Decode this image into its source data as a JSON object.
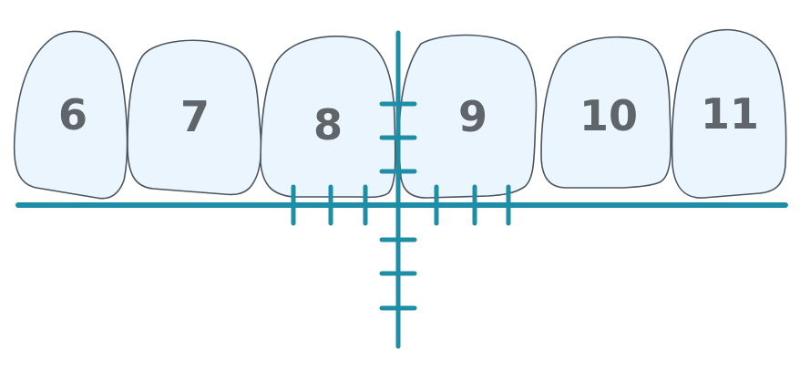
{
  "teeth": [
    {
      "number": "6"
    },
    {
      "number": "7"
    },
    {
      "number": "8"
    },
    {
      "number": "9"
    },
    {
      "number": "10"
    },
    {
      "number": "11"
    }
  ],
  "colors": {
    "tooth_fill": "#eaf5fd",
    "tooth_outline": "#4a5560",
    "tooth_number": "#5f6568",
    "axis": "#1e8ea6"
  },
  "icons": {
    "horizontal_axis": "horizontal-reference-line",
    "vertical_axis": "midline-reference-line"
  }
}
